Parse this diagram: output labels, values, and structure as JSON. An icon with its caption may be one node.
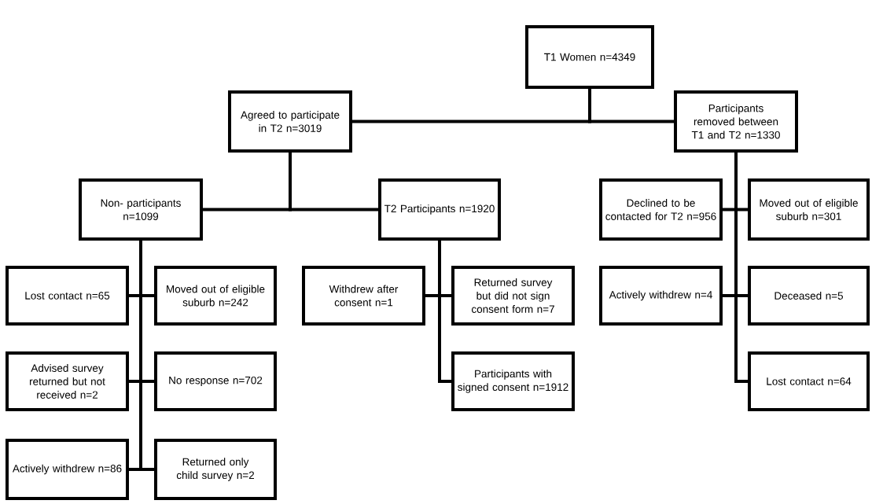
{
  "diagram": {
    "nodes": [
      {
        "text": [
          "T1 Women n=4349"
        ]
      },
      {
        "text": [
          "Agreed to participate in T2 n=3019"
        ]
      },
      {
        "text": [
          "Participants removed between T1 and T2 n=1330"
        ]
      },
      {
        "text": [
          "Non- participants n=1099"
        ]
      },
      {
        "text": [
          "T2 Participants n=1920"
        ]
      },
      {
        "text": [
          "Declined to be contacted for T2 n=956"
        ]
      },
      {
        "text": [
          "Moved out of eligible suburb n=301"
        ]
      },
      {
        "text": [
          "Lost contact n=65"
        ]
      },
      {
        "text": [
          "Moved out of eligible suburb n=242"
        ]
      },
      {
        "text": [
          "Withdrew after consent n=1"
        ]
      },
      {
        "text": [
          "Returned survey but did not sign consent form n=7"
        ]
      },
      {
        "text": [
          "Actively withdrew n=4"
        ]
      },
      {
        "text": [
          "Deceased n=5"
        ]
      },
      {
        "text": [
          "Advised survey returned but not received n=2"
        ]
      },
      {
        "text": [
          "No response n=702"
        ]
      },
      {
        "text": [
          "Participants with signed consent n=1912"
        ]
      },
      {
        "text": [
          "Lost contact n=64"
        ]
      },
      {
        "text": [
          "Actively withdrew n=86"
        ]
      },
      {
        "text": [
          "Returned only child survey n=2"
        ]
      }
    ],
    "edges": [
      {
        "from": 0,
        "to": 1,
        "arrow": "none"
      },
      {
        "from": 0,
        "to": 2,
        "arrow": "none"
      },
      {
        "from": 1,
        "to": 3,
        "arrow": "none"
      },
      {
        "from": 1,
        "to": 4,
        "arrow": "none"
      },
      {
        "from": 2,
        "to": 5,
        "arrow": "none"
      },
      {
        "from": 2,
        "to": 6,
        "arrow": "none"
      },
      {
        "from": 2,
        "to": 11,
        "arrow": "none"
      },
      {
        "from": 2,
        "to": 12,
        "arrow": "none"
      },
      {
        "from": 2,
        "to": 16,
        "arrow": "none"
      },
      {
        "from": 3,
        "to": 7,
        "arrow": "none"
      },
      {
        "from": 3,
        "to": 8,
        "arrow": "none"
      },
      {
        "from": 3,
        "to": 13,
        "arrow": "none"
      },
      {
        "from": 3,
        "to": 14,
        "arrow": "none"
      },
      {
        "from": 3,
        "to": 17,
        "arrow": "none"
      },
      {
        "from": 3,
        "to": 18,
        "arrow": "none"
      },
      {
        "from": 4,
        "to": 9,
        "arrow": "none"
      },
      {
        "from": 4,
        "to": 10,
        "arrow": "none"
      },
      {
        "from": 4,
        "to": 15,
        "arrow": "none"
      }
    ]
  }
}
